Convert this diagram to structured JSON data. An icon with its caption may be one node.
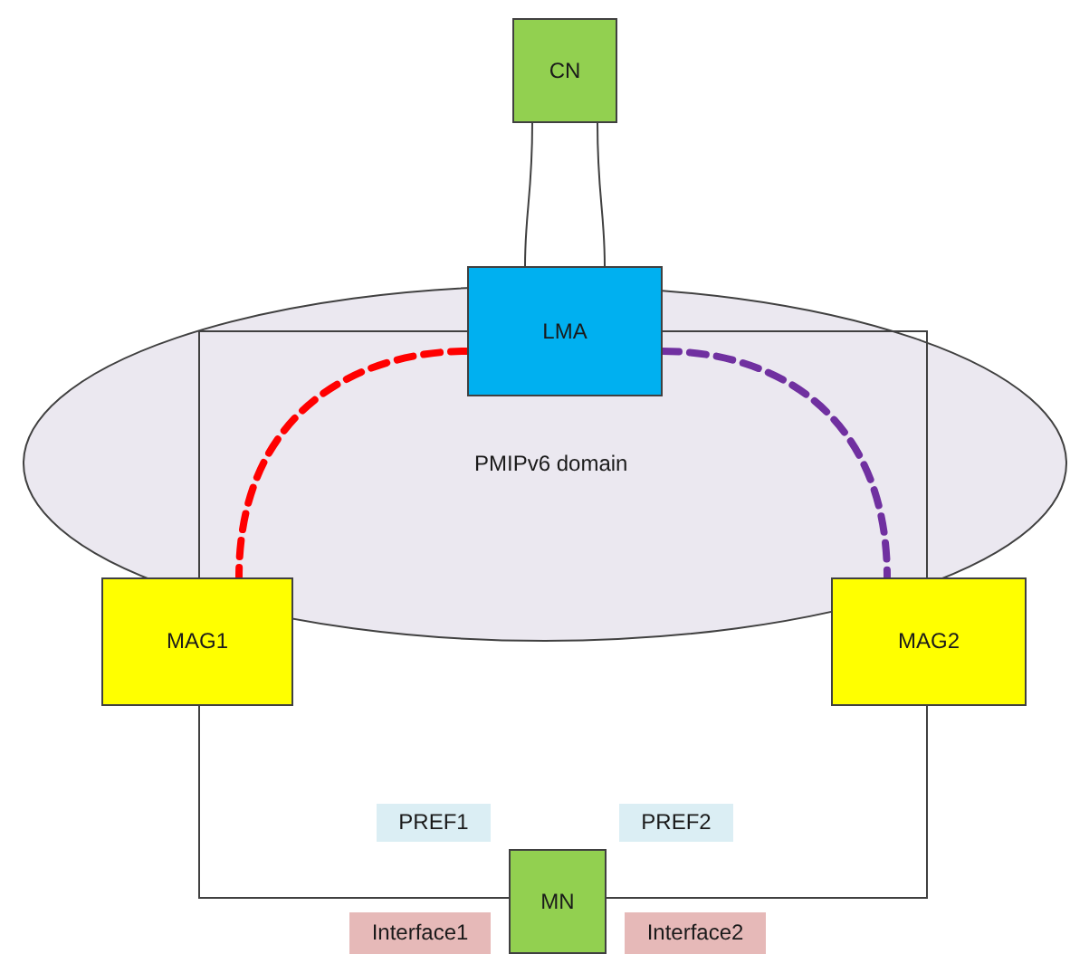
{
  "diagram": {
    "nodes": [
      {
        "text": [
          "CN"
        ]
      },
      {
        "text": [
          "LMA"
        ]
      },
      {
        "text": [
          "MAG1"
        ]
      },
      {
        "text": [
          "MAG2"
        ]
      },
      {
        "text": [
          "PREF1"
        ]
      },
      {
        "text": [
          "PREF2"
        ]
      },
      {
        "text": [
          "MN"
        ]
      },
      {
        "text": [
          "Interface1"
        ]
      },
      {
        "text": [
          "Interface2"
        ]
      }
    ],
    "edges": [
      {
        "from": 0,
        "to": 1,
        "arrow": "none"
      },
      {
        "from": 0,
        "to": 1,
        "arrow": "none"
      },
      {
        "from": 1,
        "to": 2,
        "arrow": "none",
        "style": "dashed",
        "color": "#ff0000"
      },
      {
        "from": 1,
        "to": 3,
        "arrow": "none",
        "style": "dashed",
        "color": "#7030a0"
      },
      {
        "from": 1,
        "to": 2,
        "arrow": "none"
      },
      {
        "from": 1,
        "to": 3,
        "arrow": "none"
      },
      {
        "from": 2,
        "to": 6,
        "arrow": "none"
      },
      {
        "from": 3,
        "to": 6,
        "arrow": "none"
      }
    ],
    "labels": [
      "PMIPv6 domain"
    ]
  }
}
